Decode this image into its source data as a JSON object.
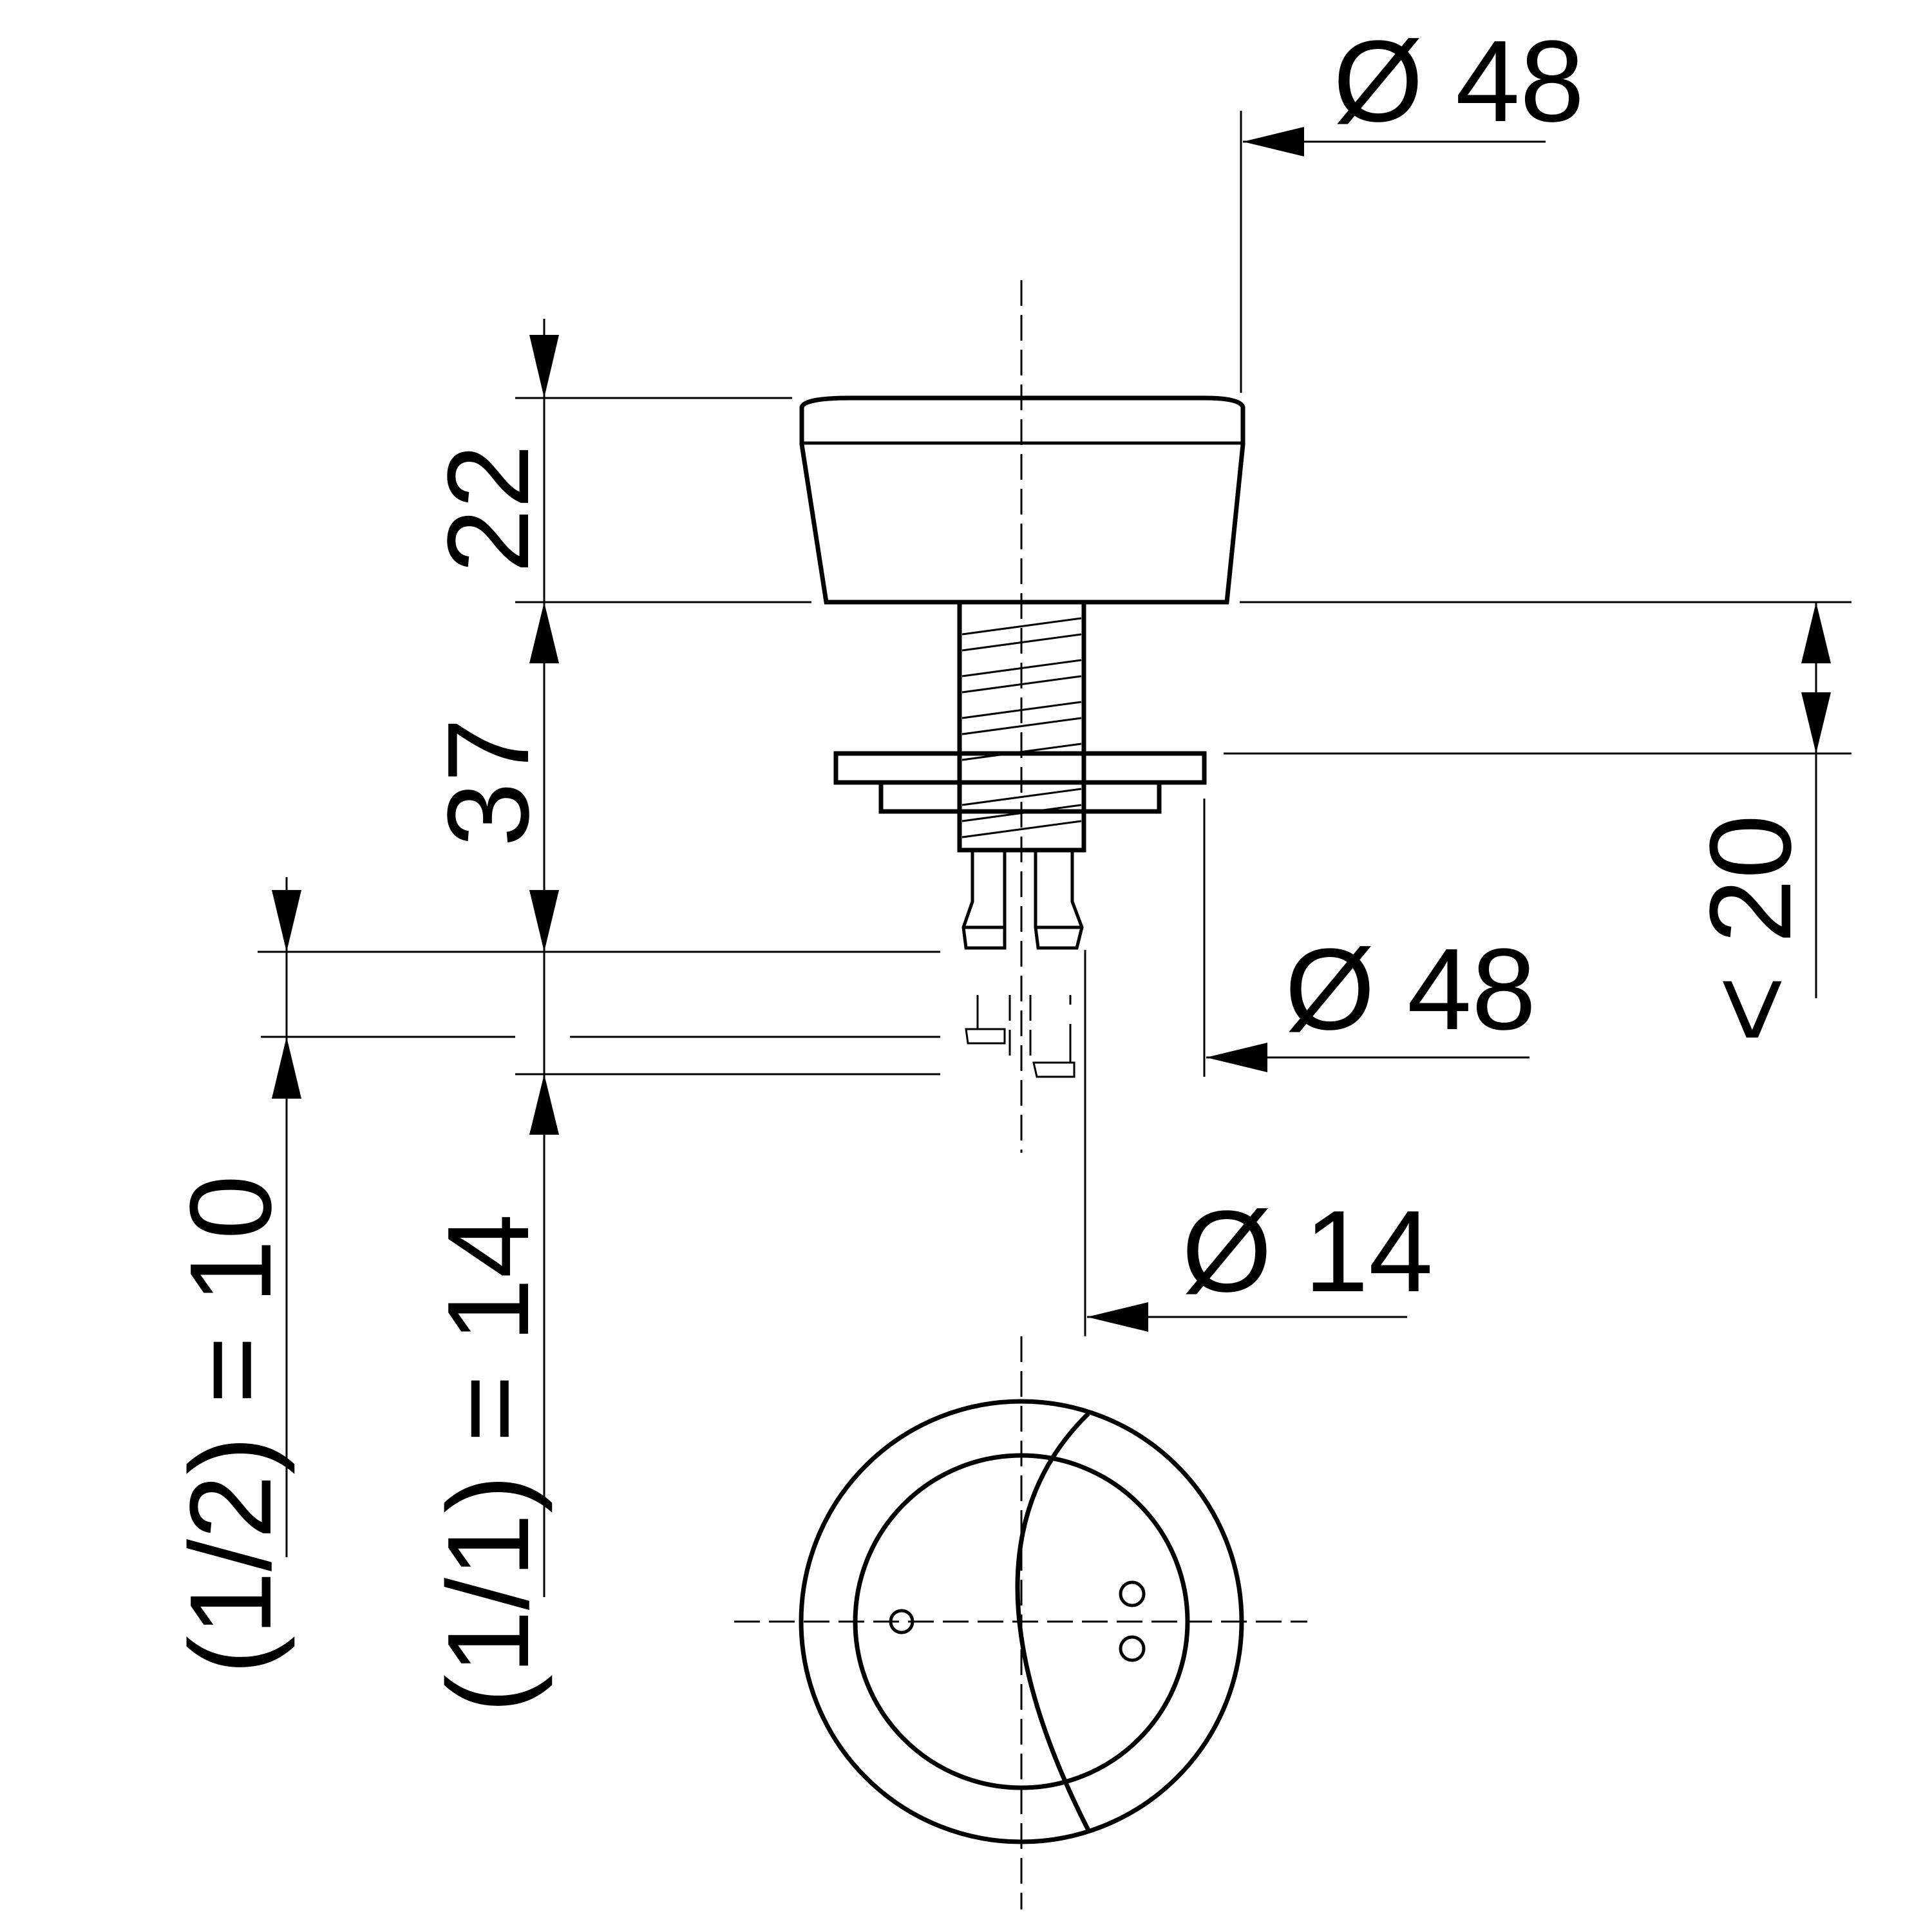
{
  "dimensions": {
    "top_diameter": "Ø 48",
    "mid_diameter": "Ø 48",
    "pin_diameter": "Ø 14",
    "button_height": "22",
    "stem_length": "37",
    "max_thickness": "< 20",
    "half_flush_travel": "(1/2) = 10",
    "full_flush_travel": "(1/1) = 14"
  },
  "colors": {
    "line": "#000000",
    "background": "#ffffff"
  }
}
